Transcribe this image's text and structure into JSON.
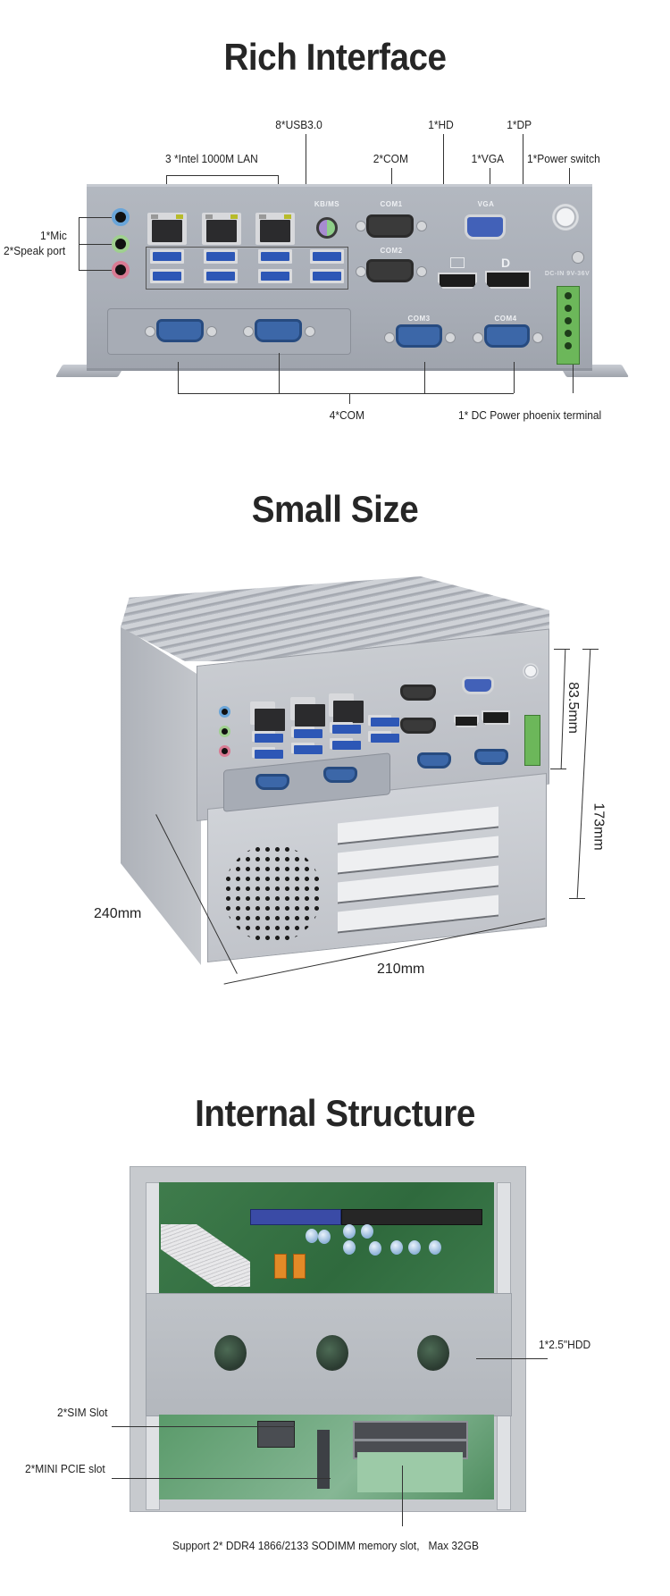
{
  "sections": [
    {
      "id": "rich_interface",
      "title": "Rich Interface"
    },
    {
      "id": "small_size",
      "title": "Small Size"
    },
    {
      "id": "internal_structure",
      "title": "Internal Structure"
    }
  ],
  "rich_interface": {
    "callouts": {
      "usb": "8*USB3.0",
      "hd": "1*HD",
      "dp": "1*DP",
      "lan": "3 *Intel 1000M LAN",
      "com2": "2*COM",
      "vga": "1*VGA",
      "power_switch": "1*Power switch",
      "mic": "1*Mic",
      "speak": "2*Speak port",
      "com4": "4*COM",
      "dc_power": "1* DC Power phoenix terminal"
    },
    "panel_labels": {
      "kbms": "KB/MS",
      "com1": "COM1",
      "com2": "COM2",
      "vga": "VGA",
      "com3": "COM3",
      "com4": "COM4",
      "dcin": "DC-IN 9V-36V"
    },
    "colors": {
      "jack_mic": "#6aa5d9",
      "jack_line": "#9fd08f",
      "jack_speaker": "#d97b93",
      "usb_blue": "#2d57b6",
      "phoenix_green": "#6cb75a"
    }
  },
  "small_size": {
    "dimensions": {
      "height_io": "83.5mm",
      "height_total": "173mm",
      "depth": "240mm",
      "width": "210mm"
    }
  },
  "internal_structure": {
    "callouts": {
      "hdd": "1*2.5\"HDD",
      "sim": "2*SIM Slot",
      "minipcie": "2*MINI PCIE slot",
      "memory": "Support 2* DDR4 1866/2133 SODIMM memory slot,   Max 32GB"
    }
  }
}
